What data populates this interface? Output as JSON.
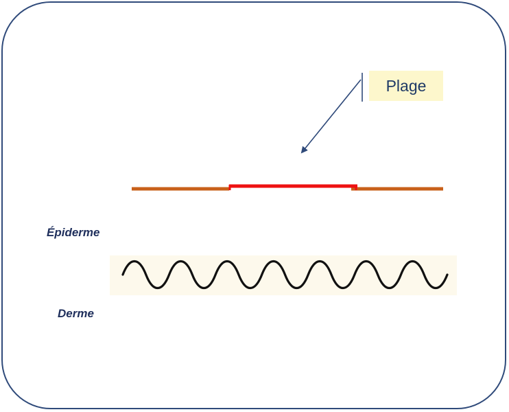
{
  "callout": {
    "text": "Plage"
  },
  "labels": {
    "epidermis": "Épiderme",
    "dermis": "Derme"
  },
  "colors": {
    "frame": "#2f4a7a",
    "callout_bg": "#fdf7cc",
    "arrow": "#2f4a7a",
    "surface_line": "#c8601a",
    "plage_segment": "#ee1111",
    "wave_bg": "#fdf9ec",
    "wave": "#111111"
  },
  "wave": {
    "periods": 7
  }
}
